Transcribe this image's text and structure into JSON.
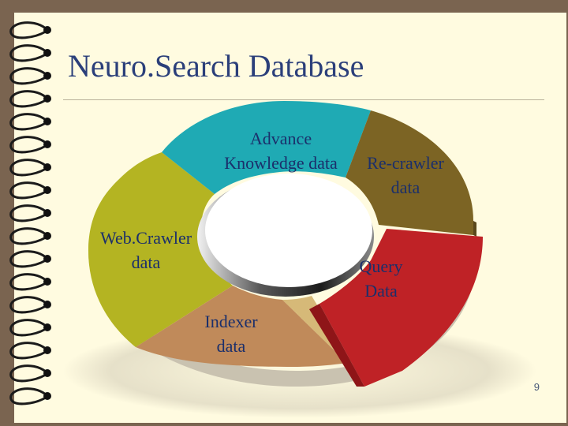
{
  "slide": {
    "title": "Neuro.Search Database",
    "page_number": "9"
  },
  "diagram": {
    "segments": [
      {
        "label": "Advance\nKnowledge data",
        "color": "#1faab4"
      },
      {
        "label": "Re-crawler\ndata",
        "color": "#7c6424"
      },
      {
        "label": "Query\nData",
        "color": "#bf2226"
      },
      {
        "label": "Indexer\ndata",
        "color": "#c08a5a"
      },
      {
        "label": "Web.Crawler\ndata",
        "color": "#b4b422"
      }
    ]
  }
}
